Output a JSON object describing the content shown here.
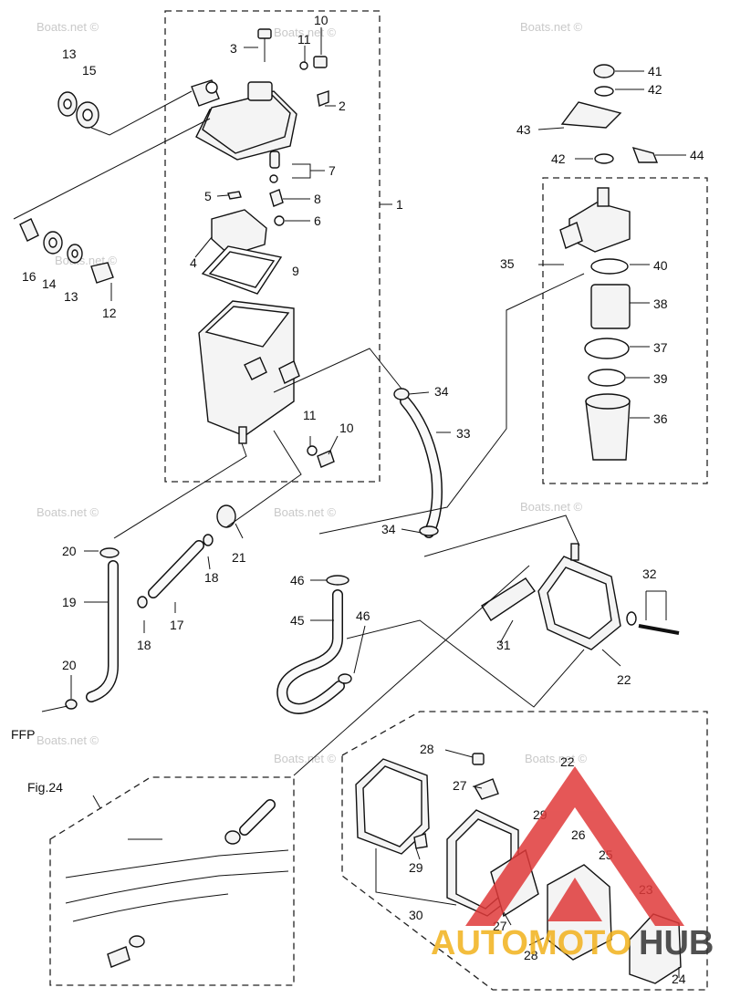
{
  "diagram": {
    "labels": {
      "l1": "1",
      "l2": "2",
      "l3": "3",
      "l4": "4",
      "l5": "5",
      "l6": "6",
      "l7": "7",
      "l8": "8",
      "l9": "9",
      "l10a": "10",
      "l10b": "10",
      "l11a": "11",
      "l11b": "11",
      "l12": "12",
      "l13a": "13",
      "l13b": "13",
      "l14": "14",
      "l15": "15",
      "l16": "16",
      "l17": "17",
      "l18a": "18",
      "l18b": "18",
      "l19": "19",
      "l20a": "20",
      "l20b": "20",
      "l21": "21",
      "l22a": "22",
      "l22b": "22",
      "l23": "23",
      "l24": "24",
      "l25": "25",
      "l26": "26",
      "l27a": "27",
      "l27b": "27",
      "l28a": "28",
      "l28b": "28",
      "l29a": "29",
      "l29b": "29",
      "l30": "30",
      "l31": "31",
      "l32": "32",
      "l33": "33",
      "l34a": "34",
      "l34b": "34",
      "l35": "35",
      "l36": "36",
      "l37": "37",
      "l38": "38",
      "l39": "39",
      "l40": "40",
      "l41": "41",
      "l42a": "42",
      "l42b": "42",
      "l43": "43",
      "l44": "44",
      "l45": "45",
      "l46a": "46",
      "l46b": "46",
      "ffp": "FFP",
      "fig24": "Fig.24"
    },
    "watermark": "Boats.net ©",
    "logo": {
      "text_part1": "AUTOMOTO",
      "text_part2": "HUB",
      "color_red": "#e03a3a",
      "color_yellow": "#f2b21c",
      "color_dark": "#333333"
    }
  }
}
